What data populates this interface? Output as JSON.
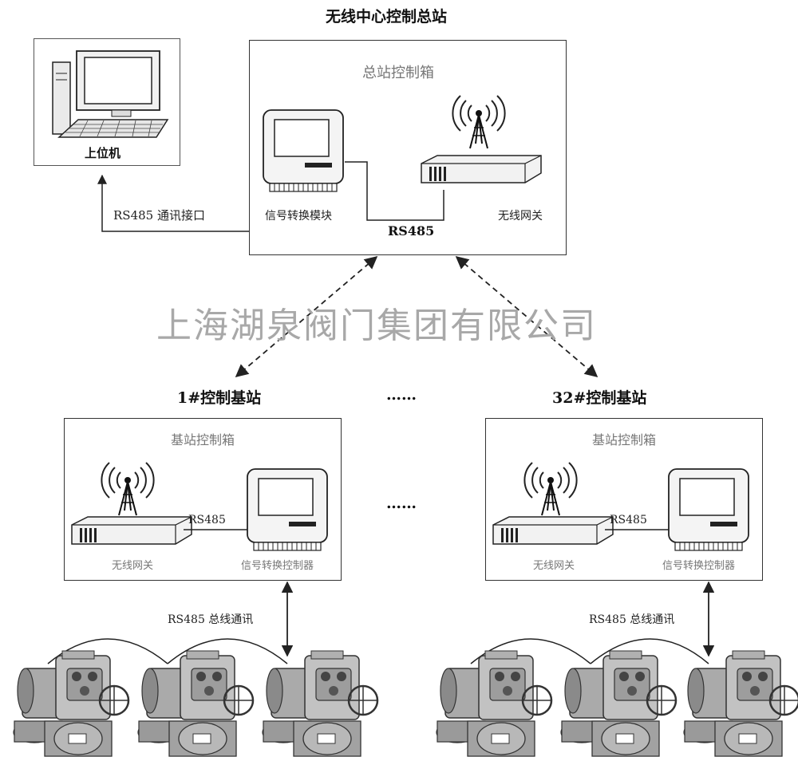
{
  "master": {
    "title": "无线中心控制总站",
    "box_label": "总站控制箱",
    "module_label": "信号转换模块",
    "gateway_label": "无线网关",
    "link_label": "RS485"
  },
  "host": {
    "label": "上位机",
    "link_label": "RS485 通讯接口"
  },
  "watermark": "上海湖泉阀门集团有限公司",
  "ellipsis": "……",
  "base_stations": [
    {
      "title": "1#控制基站",
      "box_label": "基站控制箱",
      "link_label": "RS485",
      "gateway_label": "无线网关",
      "controller_label": "信号转换控制器",
      "bus_label": "RS485 总线通讯"
    },
    {
      "title": "32#控制基站",
      "box_label": "基站控制箱",
      "link_label": "RS485",
      "gateway_label": "无线网关",
      "controller_label": "信号转换控制器",
      "bus_label": "RS485 总线通讯"
    }
  ]
}
